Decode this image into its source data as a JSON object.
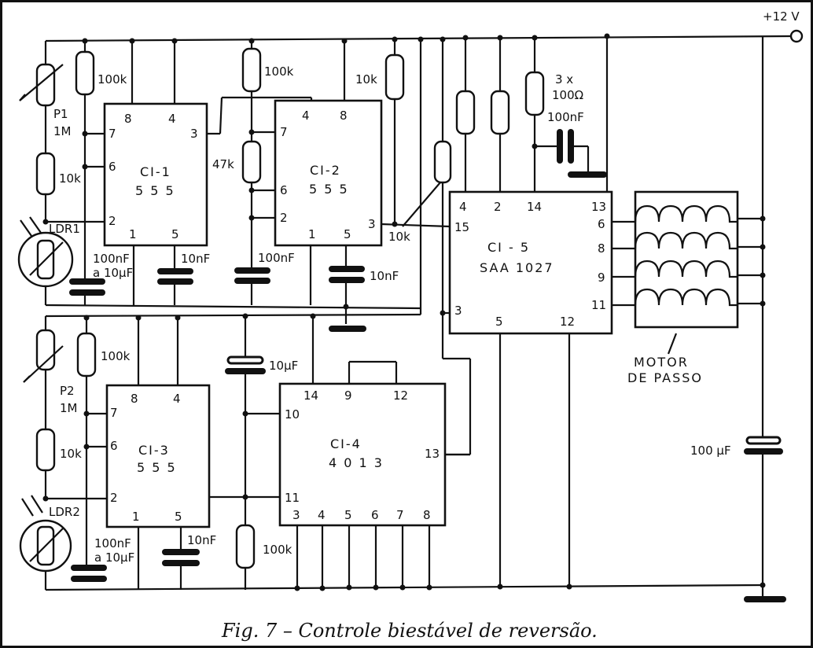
{
  "supply": {
    "label": "+12 V"
  },
  "caption": {
    "text": "Fig. 7 – Controle biestável de reversão."
  },
  "ics": {
    "ci1": {
      "name": "CI-1",
      "type": "5 5 5",
      "pins": {
        "p8": "8",
        "p4": "4",
        "p3": "3",
        "p7": "7",
        "p6": "6",
        "p2": "2",
        "p1": "1",
        "p5": "5"
      }
    },
    "ci2": {
      "name": "CI-2",
      "type": "5 5 5",
      "pins": {
        "p4": "4",
        "p8": "8",
        "p7": "7",
        "p6": "6",
        "p2": "2",
        "p3": "3",
        "p1": "1",
        "p5": "5"
      }
    },
    "ci3": {
      "name": "CI-3",
      "type": "5 5 5",
      "pins": {
        "p8": "8",
        "p4": "4",
        "p7": "7",
        "p6": "6",
        "p2": "2",
        "p1": "1",
        "p5": "5"
      }
    },
    "ci4": {
      "name": "CI-4",
      "type": "4 0 1 3",
      "pins": {
        "p14": "14",
        "p9": "9",
        "p12": "12",
        "p10": "10",
        "p13": "13",
        "p11": "11",
        "p3": "3",
        "p4": "4",
        "p5": "5",
        "p6": "6",
        "p7": "7",
        "p8": "8"
      }
    },
    "ci5": {
      "name": "CI - 5",
      "type": "SAA 1027",
      "pins": {
        "p4": "4",
        "p2": "2",
        "p14": "14",
        "p13": "13",
        "p15": "15",
        "p3": "3",
        "p5": "5",
        "p12": "12",
        "p6": "6",
        "p8": "8",
        "p9": "9",
        "p11": "11"
      }
    }
  },
  "components": {
    "p1": "P1",
    "p1v": "1M",
    "p2": "P2",
    "p2v": "1M",
    "r10k_a": "10k",
    "r10k_b": "10k",
    "r10k_c": "10k",
    "r10k_d": "10k",
    "r100k_a": "100k",
    "r100k_b": "100k",
    "r100k_c": "100k",
    "r100k_d": "100k",
    "r47k": "47k",
    "r3x": "3 x",
    "r100ohm": "100Ω",
    "c100nf": "100nF",
    "c10nf_a": "10nF",
    "c10nf_b": "10nF",
    "c10nf_c": "10nF",
    "c100nf_b": "100nF",
    "c100nf10uf_a1": "100nF",
    "c100nf10uf_a2": "a 10µF",
    "c100nf10uf_b1": "100nF",
    "c100nf10uf_b2": "a 10µF",
    "c10uf": "10µF",
    "c100uf": "100 µF",
    "ldr1": "LDR1",
    "ldr2": "LDR2",
    "motor1": "MOTOR",
    "motor2": "DE PASSO"
  }
}
